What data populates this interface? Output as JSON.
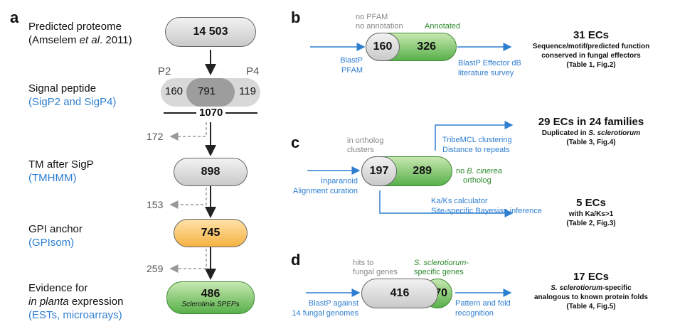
{
  "panels": {
    "a": "a",
    "b": "b",
    "c": "c",
    "d": "d"
  },
  "panel_a": {
    "steps": [
      {
        "label": "Predicted proteome",
        "sub_pre": "(Amselem ",
        "sub_italic": "et al",
        "sub_post": ". 2011)"
      },
      {
        "label": "Signal peptide",
        "sub": "(SigP2 and SigP4)"
      },
      {
        "label": "TM after SigP",
        "sub": "(TMHMM)"
      },
      {
        "label": "GPI anchor",
        "sub": "(GPIsom)"
      },
      {
        "label": "Evidence for",
        "label2_italic": "in planta",
        "label2_post": " expression",
        "sub": "(ESTs, microarrays)"
      }
    ],
    "proteome_count": "14 503",
    "p2": "P2",
    "p4": "P4",
    "sig_left": "160",
    "sig_mid": "791",
    "sig_right": "119",
    "sig_total": "1070",
    "tm_count": "898",
    "gpi_count": "745",
    "final_count": "486",
    "final_sub": "Sclerotinia SPEPs",
    "removed": [
      "172",
      "153",
      "259"
    ]
  },
  "panel_b": {
    "gray_note1": "no PFAM",
    "gray_note2": "no annotation",
    "green_note": "Annotated",
    "left_num": "160",
    "right_num": "326",
    "in1": "BlastP",
    "in2": "PFAM",
    "out1": "BlastP Effector dB",
    "out2": "literature survey",
    "result_title": "31 ECs",
    "result_l1": "Sequence/motif/predicted function",
    "result_l2": "conserved in fungal effectors",
    "result_l3": "(Table 1, Fig.2)"
  },
  "panel_c": {
    "gray_note1": "in ortholog",
    "gray_note2": "clusters",
    "left_num": "197",
    "right_num": "289",
    "green_note1_pre": "no ",
    "green_note1_italic": "B. cinerea",
    "green_note2": "ortholog",
    "in1": "Inparanoid",
    "in2": "Alignment curation",
    "up1": "TribeMCL clustering",
    "up2": "Distance to repeats",
    "dn1": "Ka/Ks calculator",
    "dn2": "Site-specific Bayesian inference",
    "r1_title": "29 ECs in 24 families",
    "r1_l1_pre": "Duplicated in ",
    "r1_l1_italic": "S. sclerotiorum",
    "r1_l2": "(Table 3, Fig.4)",
    "r2_title": "5 ECs",
    "r2_l1": "with Ka/Ks>1",
    "r2_l2": "(Table 2, Fig.3)"
  },
  "panel_d": {
    "gray_note1": "hits to",
    "gray_note2": "fungal genes",
    "green_note1": "S. sclerotiorum-",
    "green_note2": "specific genes",
    "left_num": "416",
    "right_num": "70",
    "in1": "BlastP against",
    "in2": "14 fungal genomes",
    "out1": "Pattern and fold",
    "out2": "recognition",
    "result_title": "17 ECs",
    "result_l1_italic": "S. sclerotiorum",
    "result_l1_post": "-specific",
    "result_l2": "analogous to known protein folds",
    "result_l3": "(Table 4, Fig.5)"
  }
}
